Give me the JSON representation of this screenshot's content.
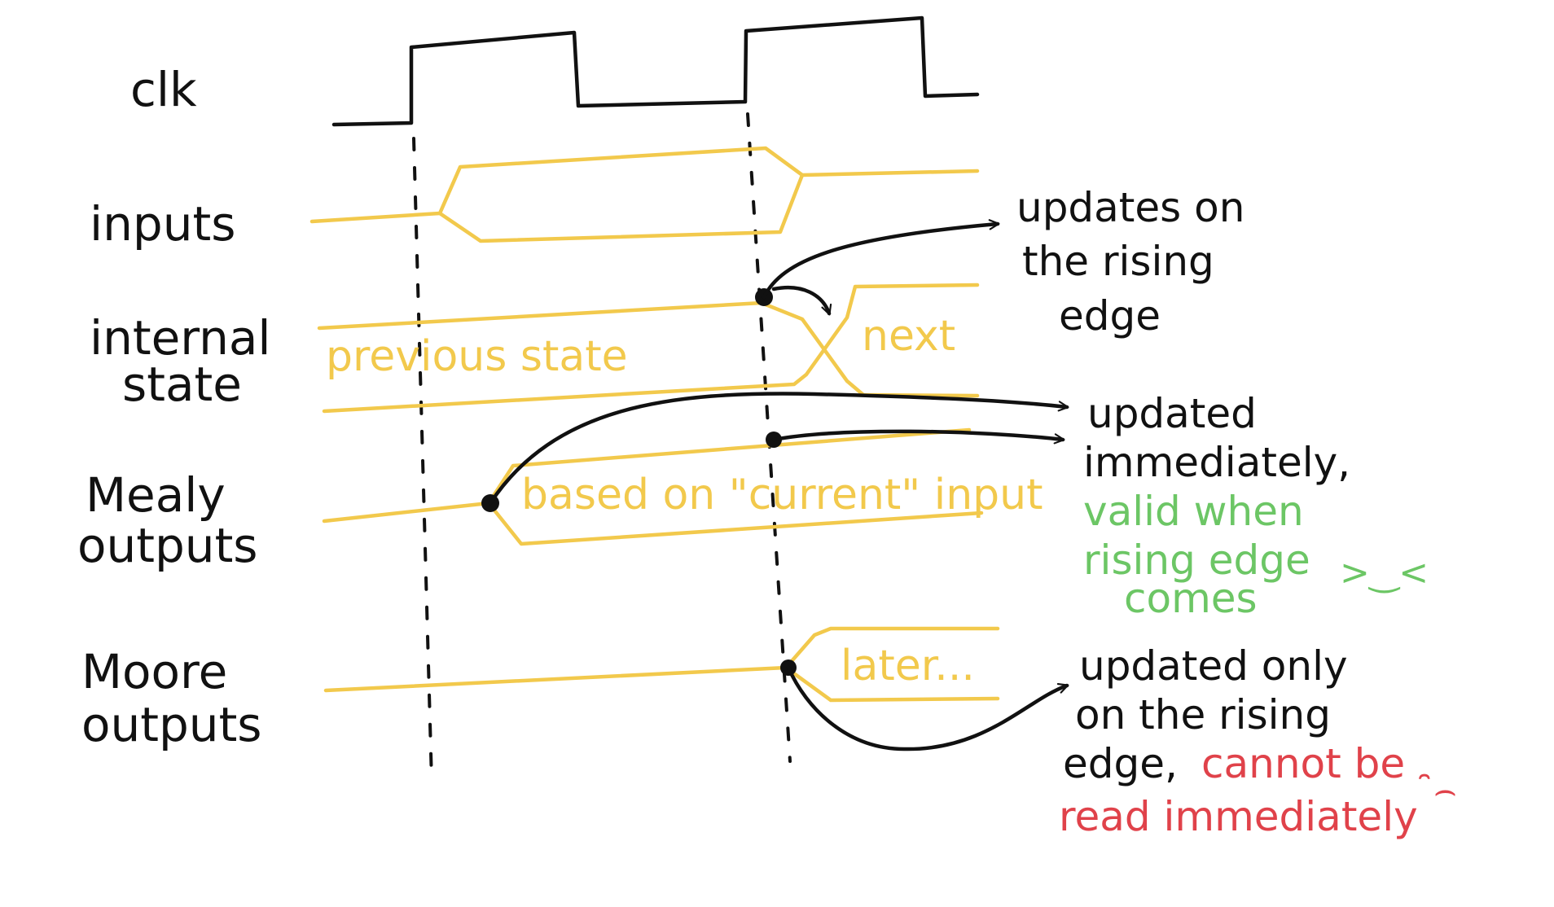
{
  "colors": {
    "ink": "#111111",
    "signal": "#f2c94c",
    "good": "#6cc665",
    "bad": "#e0424a"
  },
  "labels": {
    "clk": "clk",
    "inputs": "inputs",
    "internal_line1": "internal",
    "internal_line2": "state",
    "mealy_line1": "Mealy",
    "mealy_line2": "outputs",
    "moore_line1": "Moore",
    "moore_line2": "outputs"
  },
  "wave_text": {
    "previous_state": "previous state",
    "next": "next",
    "mealy_value": "based on \"current\" input",
    "moore_value": "later..."
  },
  "notes": {
    "rising_edge": [
      "updates on",
      "the rising",
      "edge"
    ],
    "mealy": {
      "black": [
        "updated",
        "immediately,"
      ],
      "green": [
        "valid when",
        "rising edge",
        "comes"
      ],
      "face": ">‿<"
    },
    "moore": {
      "black": [
        "updated only",
        "on the rising",
        "edge,"
      ],
      "red": [
        "cannot be",
        "read immediately"
      ],
      "face": "̑⌢"
    }
  }
}
